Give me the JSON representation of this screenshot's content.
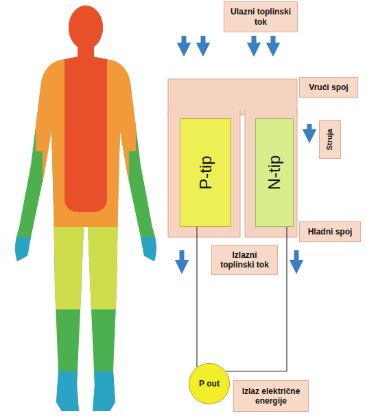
{
  "diagram": {
    "nodes": [
      {
        "text": [
          "Ulazni toplinski tok"
        ]
      },
      {
        "text": [
          "Vrući spoj"
        ]
      },
      {
        "text": [
          "P-tip"
        ]
      },
      {
        "text": [
          "N-tip"
        ]
      },
      {
        "text": [
          "Struja"
        ]
      },
      {
        "text": [
          "Hladni spoj"
        ]
      },
      {
        "text": [
          "Izlazni toplinski tok"
        ]
      },
      {
        "text": [
          "P out"
        ]
      },
      {
        "text": [
          "Izlaz električne energije"
        ]
      }
    ],
    "edges": [
      {
        "from": 2,
        "to": 7,
        "arrow": "none"
      },
      {
        "from": 3,
        "to": 7,
        "arrow": "none"
      }
    ]
  }
}
